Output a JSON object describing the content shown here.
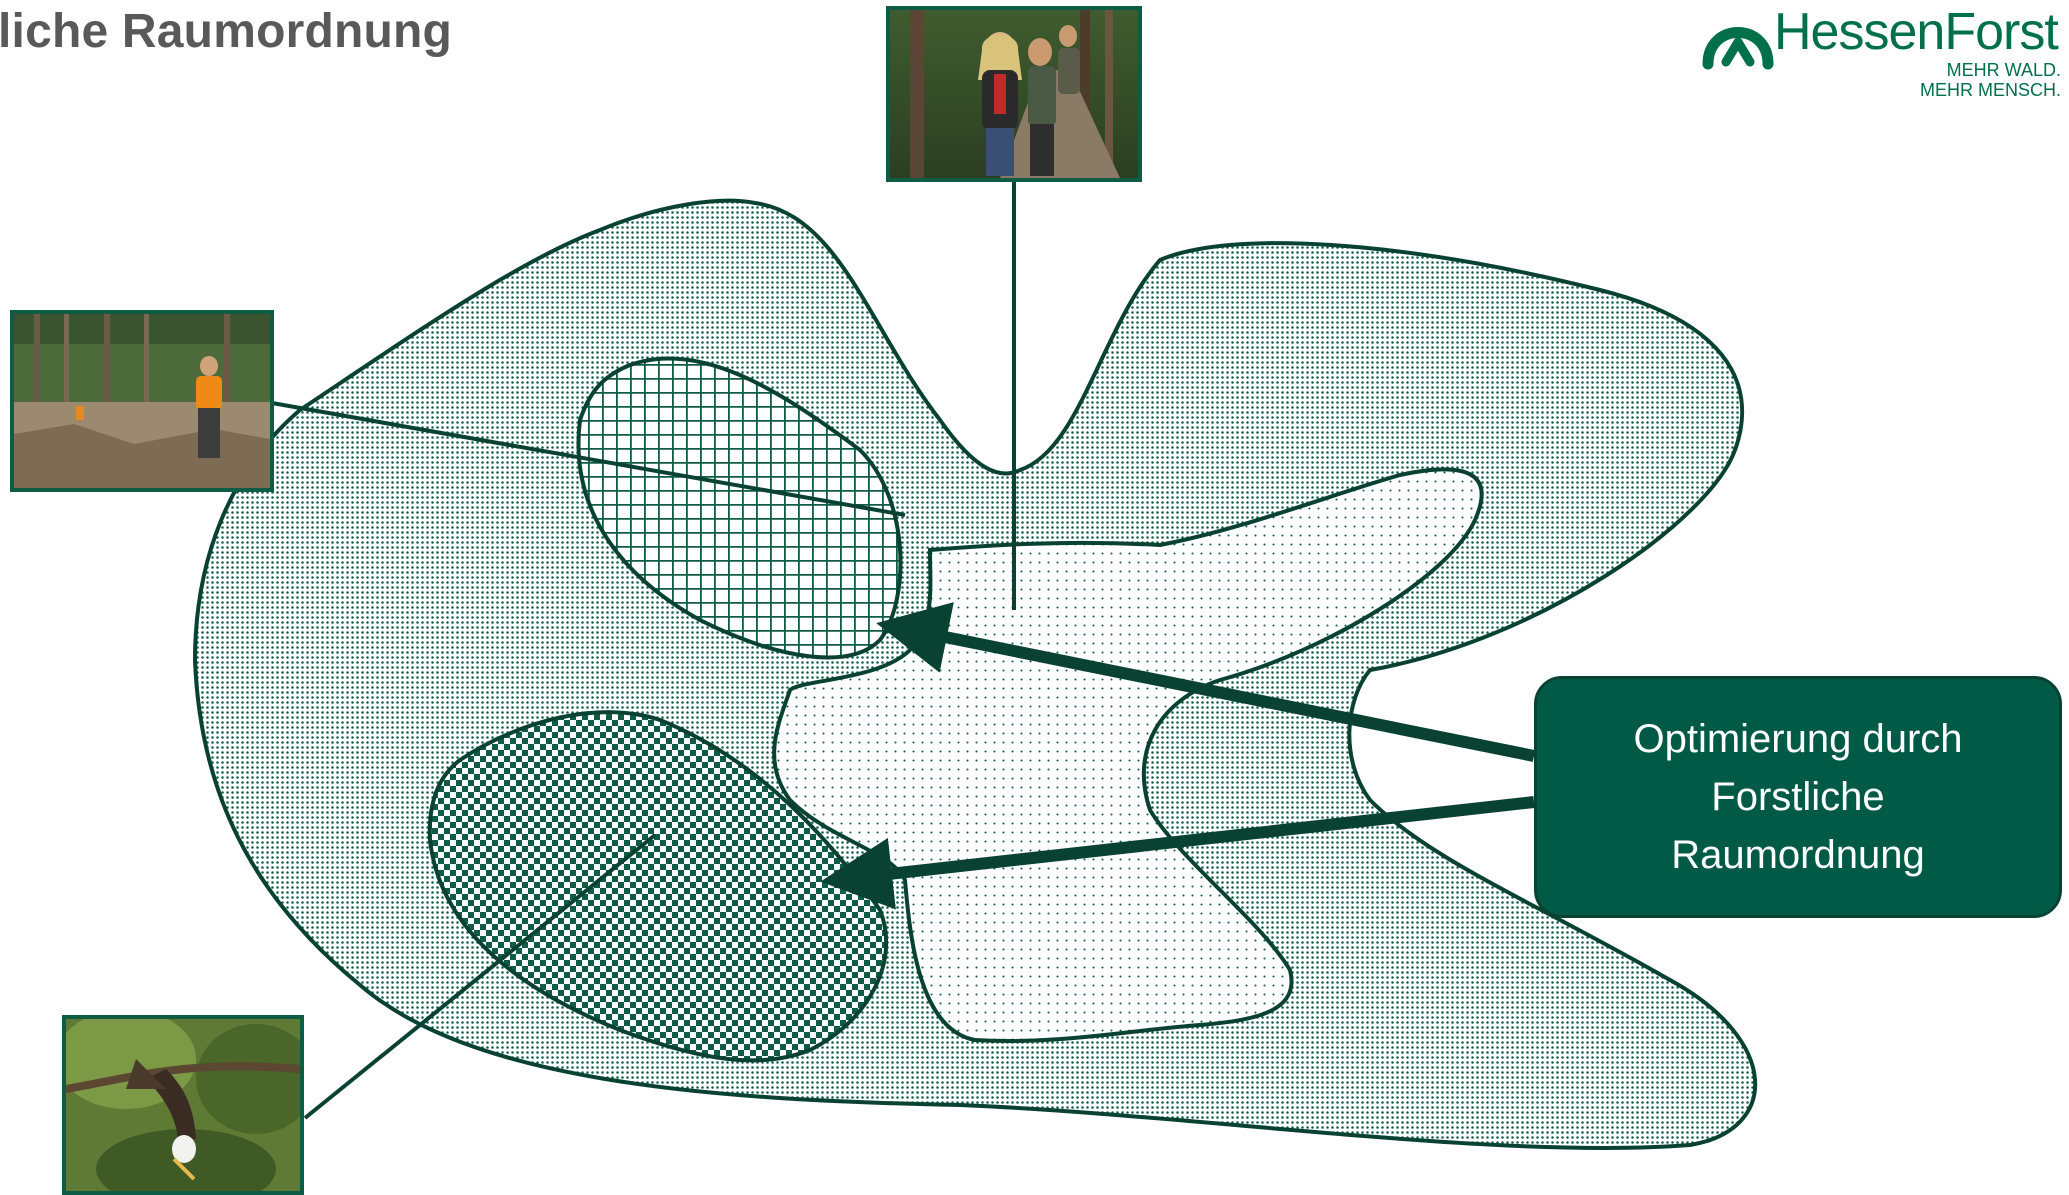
{
  "title": "liche Raumordnung",
  "logo": {
    "name": "HessenForst",
    "tagline_1": "MEHR WALD.",
    "tagline_2": "MEHR MENSCH.",
    "color": "#00704a"
  },
  "callout": {
    "line_1": "Optimierung durch",
    "line_2": "Forstliche",
    "line_3": "Raumordnung",
    "color": "#005a46"
  },
  "photos": [
    {
      "name": "hikers-photo",
      "subject": "hikers on forest path"
    },
    {
      "name": "forester-photo",
      "subject": "forester on clearing"
    },
    {
      "name": "bird-photo",
      "subject": "bird of prey in forest"
    }
  ],
  "colors": {
    "outline": "#094233",
    "pattern": "#0f5c45"
  }
}
